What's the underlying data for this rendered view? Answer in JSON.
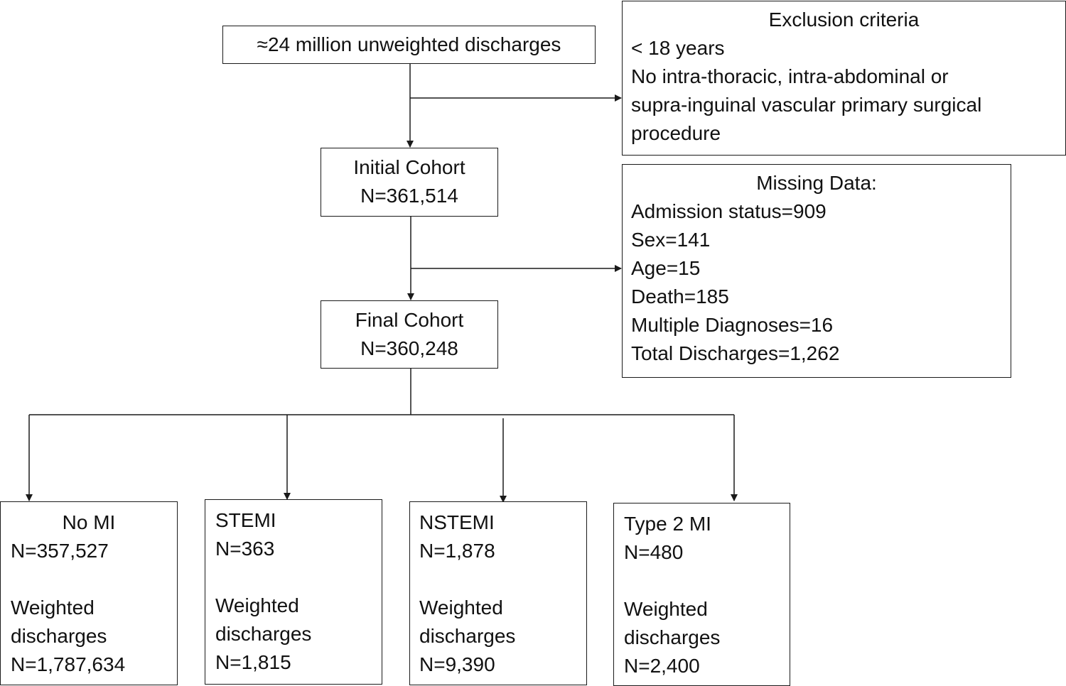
{
  "top": {
    "label": "≈24 million unweighted discharges"
  },
  "exclusion": {
    "title": "Exclusion criteria",
    "lines": [
      "< 18 years",
      "No intra-thoracic, intra-abdominal or",
      "supra-inguinal vascular primary surgical",
      "procedure"
    ]
  },
  "initial": {
    "title": "Initial Cohort",
    "n": "N=361,514"
  },
  "missing": {
    "title": "Missing Data:",
    "lines": [
      "Admission status=909",
      "Sex=141",
      "Age=15",
      "Death=185",
      "Multiple Diagnoses=16",
      "Total Discharges=1,262"
    ]
  },
  "final": {
    "title": "Final Cohort",
    "n": "N=360,248"
  },
  "groups": [
    {
      "title": "No MI",
      "n": "N=357,527",
      "weighted_l1": "Weighted",
      "weighted_l2": "discharges",
      "weighted_n": "N=1,787,634"
    },
    {
      "title": "STEMI",
      "n": "N=363",
      "weighted_l1": "Weighted",
      "weighted_l2": "discharges",
      "weighted_n": "N=1,815"
    },
    {
      "title": "NSTEMI",
      "n": "N=1,878",
      "weighted_l1": "Weighted",
      "weighted_l2": "discharges",
      "weighted_n": "N=9,390"
    },
    {
      "title": "Type 2 MI",
      "n": "N=480",
      "weighted_l1": "Weighted",
      "weighted_l2": "discharges",
      "weighted_n": "N=2,400"
    }
  ]
}
